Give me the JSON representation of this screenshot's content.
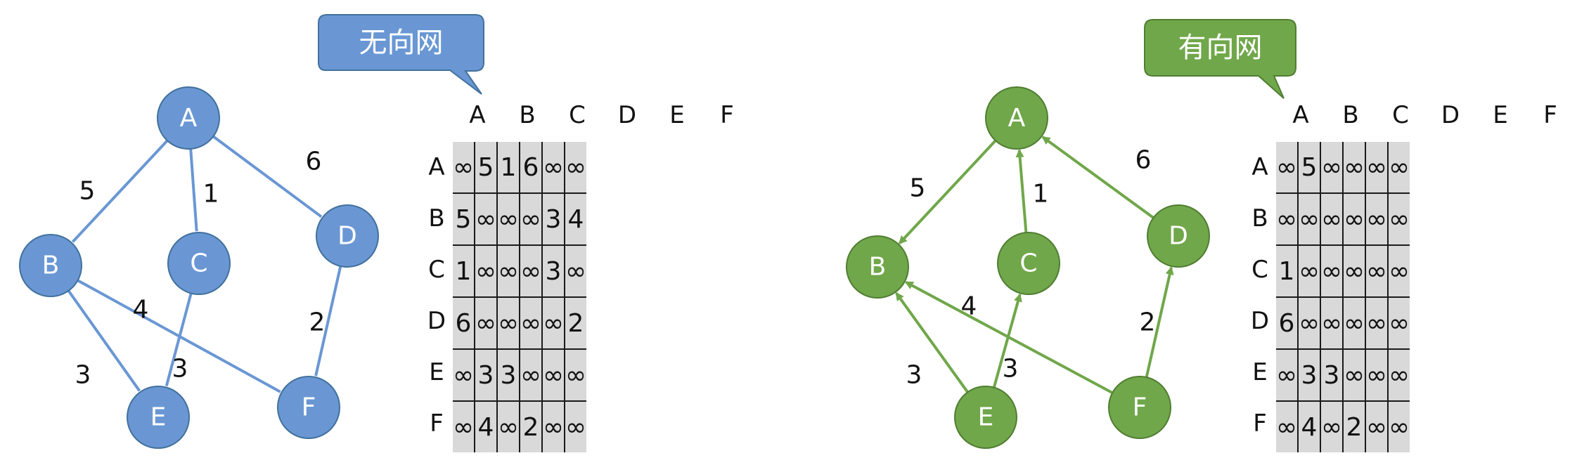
{
  "columns": [
    "A",
    "B",
    "C",
    "D",
    "E",
    "F"
  ],
  "undirected": {
    "callout": "无向网",
    "color": "#6a97d4",
    "stroke": "#41719c",
    "nodes": [
      "A",
      "B",
      "C",
      "D",
      "E",
      "F"
    ],
    "edges": [
      {
        "from": "A",
        "to": "B",
        "weight": "5"
      },
      {
        "from": "A",
        "to": "C",
        "weight": "1"
      },
      {
        "from": "A",
        "to": "D",
        "weight": "6"
      },
      {
        "from": "B",
        "to": "E",
        "weight": "3"
      },
      {
        "from": "B",
        "to": "F",
        "weight": "4"
      },
      {
        "from": "C",
        "to": "E",
        "weight": "3"
      },
      {
        "from": "D",
        "to": "F",
        "weight": "2"
      }
    ],
    "matrix": [
      [
        "∞",
        "5",
        "1",
        "6",
        "∞",
        "∞"
      ],
      [
        "5",
        "∞",
        "∞",
        "∞",
        "3",
        "4"
      ],
      [
        "1",
        "∞",
        "∞",
        "∞",
        "3",
        "∞"
      ],
      [
        "6",
        "∞",
        "∞",
        "∞",
        "∞",
        "2"
      ],
      [
        "∞",
        "3",
        "3",
        "∞",
        "∞",
        "∞"
      ],
      [
        "∞",
        "4",
        "∞",
        "2",
        "∞",
        "∞"
      ]
    ]
  },
  "directed": {
    "callout": "有向网",
    "color": "#70a74a",
    "stroke": "#507e32",
    "nodes": [
      "A",
      "B",
      "C",
      "D",
      "E",
      "F"
    ],
    "edges": [
      {
        "from": "A",
        "to": "B",
        "weight": "5"
      },
      {
        "from": "C",
        "to": "A",
        "weight": "1"
      },
      {
        "from": "D",
        "to": "A",
        "weight": "6"
      },
      {
        "from": "E",
        "to": "B",
        "weight": "3"
      },
      {
        "from": "F",
        "to": "B",
        "weight": "4"
      },
      {
        "from": "E",
        "to": "C",
        "weight": "3"
      },
      {
        "from": "F",
        "to": "D",
        "weight": "2"
      }
    ],
    "matrix": [
      [
        "∞",
        "5",
        "∞",
        "∞",
        "∞",
        "∞"
      ],
      [
        "∞",
        "∞",
        "∞",
        "∞",
        "∞",
        "∞"
      ],
      [
        "1",
        "∞",
        "∞",
        "∞",
        "∞",
        "∞"
      ],
      [
        "6",
        "∞",
        "∞",
        "∞",
        "∞",
        "∞"
      ],
      [
        "∞",
        "3",
        "3",
        "∞",
        "∞",
        "∞"
      ],
      [
        "∞",
        "4",
        "∞",
        "2",
        "∞",
        "∞"
      ]
    ]
  }
}
